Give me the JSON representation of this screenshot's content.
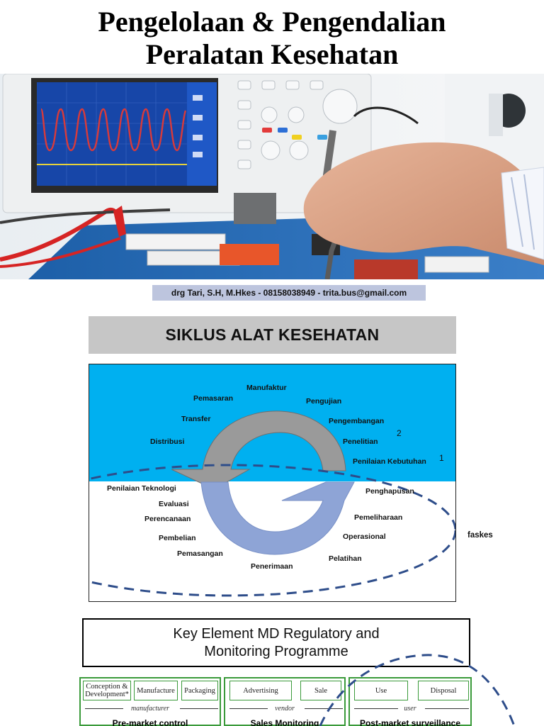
{
  "document": {
    "title_line1": "Pengelolaan & Pengendalian",
    "title_line2": "Peralatan Kesehatan",
    "author_line": "drg Tari, S.H, M.Hkes  - 08158038949  - trita.bus@gmail.com"
  },
  "cycle": {
    "heading": "SIKLUS ALAT KESEHATAN",
    "upper_labels": {
      "manufaktur": "Manufaktur",
      "pemasaran": "Pemasaran",
      "pengujian": "Pengujian",
      "transfer": "Transfer",
      "pengembangan": "Pengembangan",
      "distribusi": "Distribusi",
      "penelitian": "Penelitian",
      "penilaian_kebutuhan": "Penilaian Kebutuhan"
    },
    "lower_labels": {
      "penilaian_teknologi": "Penilaian Teknologi",
      "evaluasi": "Evaluasi",
      "perencanaan": "Perencanaan",
      "pembelian": "Pembelian",
      "pemasangan": "Pemasangan",
      "penerimaan": "Penerimaan",
      "penghapusan": "Penghapusan",
      "pemeliharaan": "Pemeliharaan",
      "operasional": "Operasional",
      "pelatihan": "Pelatihan"
    },
    "markers": {
      "one": "1",
      "two": "2"
    },
    "outside_label": "faskes",
    "colors": {
      "top_band": "#00b0f0",
      "upper_arrow": "#9a9a9a",
      "lower_arrow": "#8ea4d6",
      "dash": "#2e4d8a"
    }
  },
  "regulatory": {
    "title_line1": "Key Element MD Regulatory and",
    "title_line2": "Monitoring Programme",
    "stages": [
      {
        "chips": [
          "Conception & Development*",
          "Manufacture",
          "Packaging"
        ],
        "role": "manufacturer",
        "phase": "Pre-market control"
      },
      {
        "chips": [
          "Advertising",
          "Sale"
        ],
        "role": "vendor",
        "phase": "Sales Monitoring"
      },
      {
        "chips": [
          "Use",
          "Disposal"
        ],
        "role": "user",
        "phase": "Post-market surveillance"
      }
    ]
  }
}
